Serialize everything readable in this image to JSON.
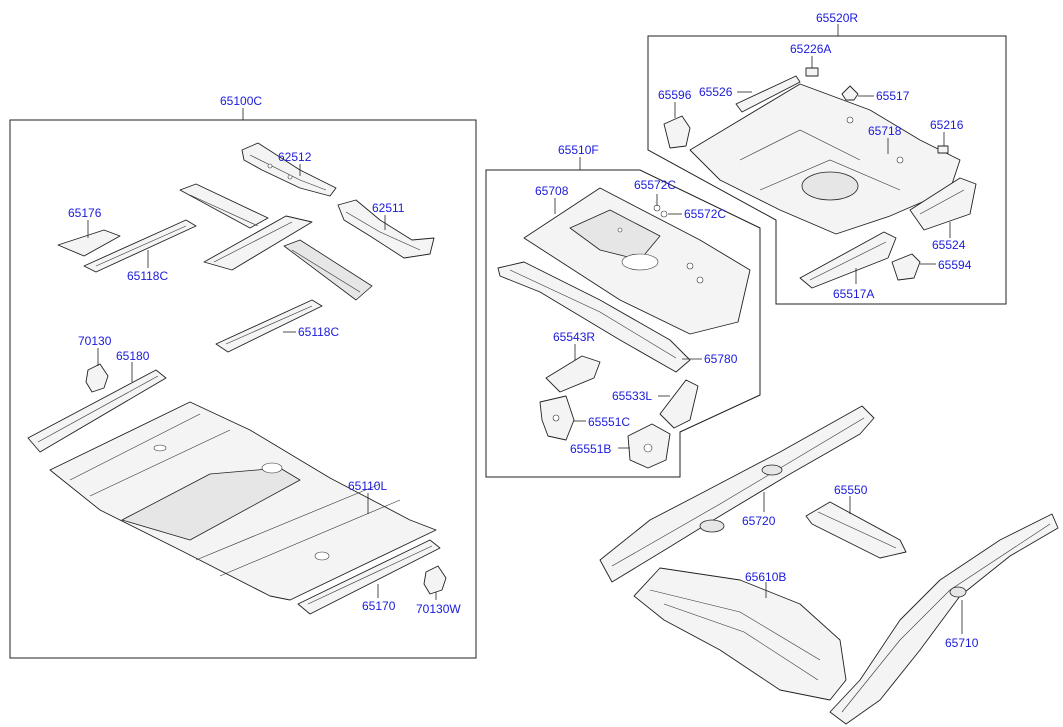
{
  "labels": {
    "l65100C": "65100C",
    "l62512": "62512",
    "l62511": "62511",
    "l65176": "65176",
    "l65118C_a": "65118C",
    "l65118C_b": "65118C",
    "l70130": "70130",
    "l65180": "65180",
    "l65110L": "65110L",
    "l65170": "65170",
    "l70130W": "70130W",
    "l65510F": "65510F",
    "l65708": "65708",
    "l65572C_a": "65572C",
    "l65572C_b": "65572C",
    "l65543R": "65543R",
    "l65780": "65780",
    "l65533L": "65533L",
    "l65551C": "65551C",
    "l65551B": "65551B",
    "l65520R": "65520R",
    "l65226A": "65226A",
    "l65596": "65596",
    "l65526": "65526",
    "l65517": "65517",
    "l65718": "65718",
    "l65216": "65216",
    "l65524": "65524",
    "l65594": "65594",
    "l65517A": "65517A",
    "l65720": "65720",
    "l65550": "65550",
    "l65610B": "65610B",
    "l65710": "65710"
  },
  "colors": {
    "label": "#1a1adc",
    "line": "#222222",
    "background": "#ffffff"
  }
}
